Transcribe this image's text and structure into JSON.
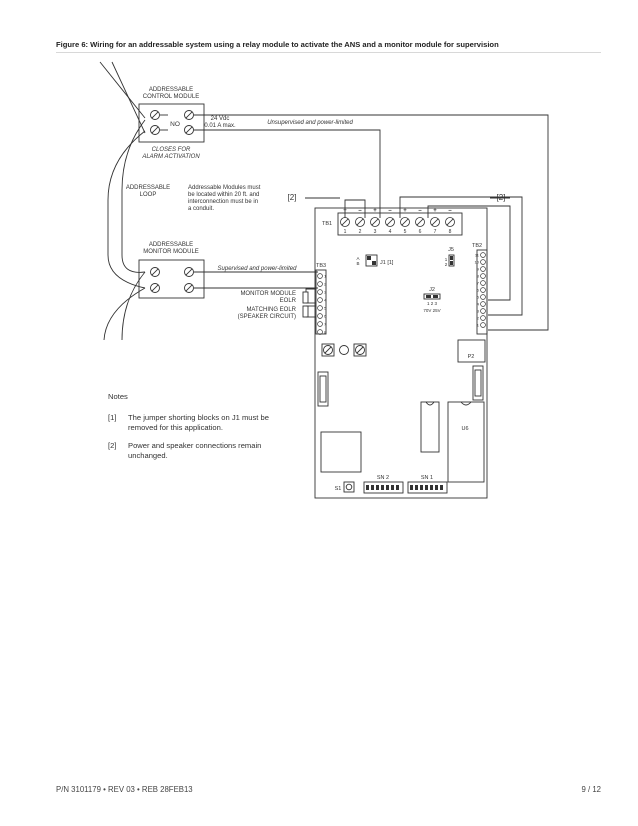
{
  "title": "Figure 6: Wiring for an addressable system using a relay module to activate the ANS and a monitor module for supervision",
  "footer": {
    "left": "P/N 3101179 • REV 03 • REB 28FEB13",
    "right": "9 / 12"
  },
  "control_module": {
    "line1": "ADDRESSABLE",
    "line2": "CONTROL MODULE",
    "contact": "NO",
    "closes1": "CLOSES FOR",
    "closes2": "ALARM ACTIVATION"
  },
  "rating": {
    "line1": "24 Vdc",
    "line2": "0.01 A max."
  },
  "unsupervised_label": "Unsupervised and power-limited",
  "loop": {
    "line1": "ADDRESSABLE",
    "line2": "LOOP"
  },
  "conduit_note": {
    "line1": "Addressable Modules must",
    "line2": "be located within 20 ft. and",
    "line3": "interconnection must be in",
    "line4": "a conduit."
  },
  "ref_bracket_left": "[2]",
  "ref_bracket_right": "[2]",
  "monitor_module": {
    "line1": "ADDRESSABLE",
    "line2": "MONITOR MODULE"
  },
  "supervised_label": "Supervised and power-limited",
  "eolr": {
    "line1": "MONITOR MODULE",
    "line2": "EOLR",
    "line3": "MATCHING EOLR",
    "line4": "(SPEAKER CIRCUIT)"
  },
  "board": {
    "tb1": "TB1",
    "tb2": "TB2",
    "tb3": "TB3",
    "tb1_polarity": [
      "+",
      "–",
      "+",
      "–",
      "+",
      "–",
      "+",
      "–"
    ],
    "tb1_numbers": [
      "1",
      "2",
      "3",
      "4",
      "5",
      "6",
      "7",
      "8"
    ],
    "tb2_numbers": [
      "11",
      "10",
      "9",
      "8",
      "7",
      "6",
      "5",
      "4",
      "3",
      "2",
      "1"
    ],
    "tb3_numbers": [
      "1",
      "2",
      "3",
      "4",
      "5",
      "6",
      "7",
      "8"
    ],
    "j1_a": "A",
    "j1_b": "B",
    "j1_label": "J1 [1]",
    "j5": "J5",
    "j5_1": "1",
    "j5_2": "2",
    "j2": "J2",
    "j2_pins": "1  2  3",
    "j2_volts": "70V  25V",
    "p2": "P2",
    "u6": "U6",
    "sn2": "SN 2",
    "sn1": "SN 1",
    "s1": "S1"
  },
  "notes": {
    "heading": "Notes",
    "items": [
      {
        "num": "[1]",
        "text": "The jumper shorting blocks on J1 must be removed for this application."
      },
      {
        "num": "[2]",
        "text": "Power and speaker connections remain unchanged."
      }
    ]
  }
}
